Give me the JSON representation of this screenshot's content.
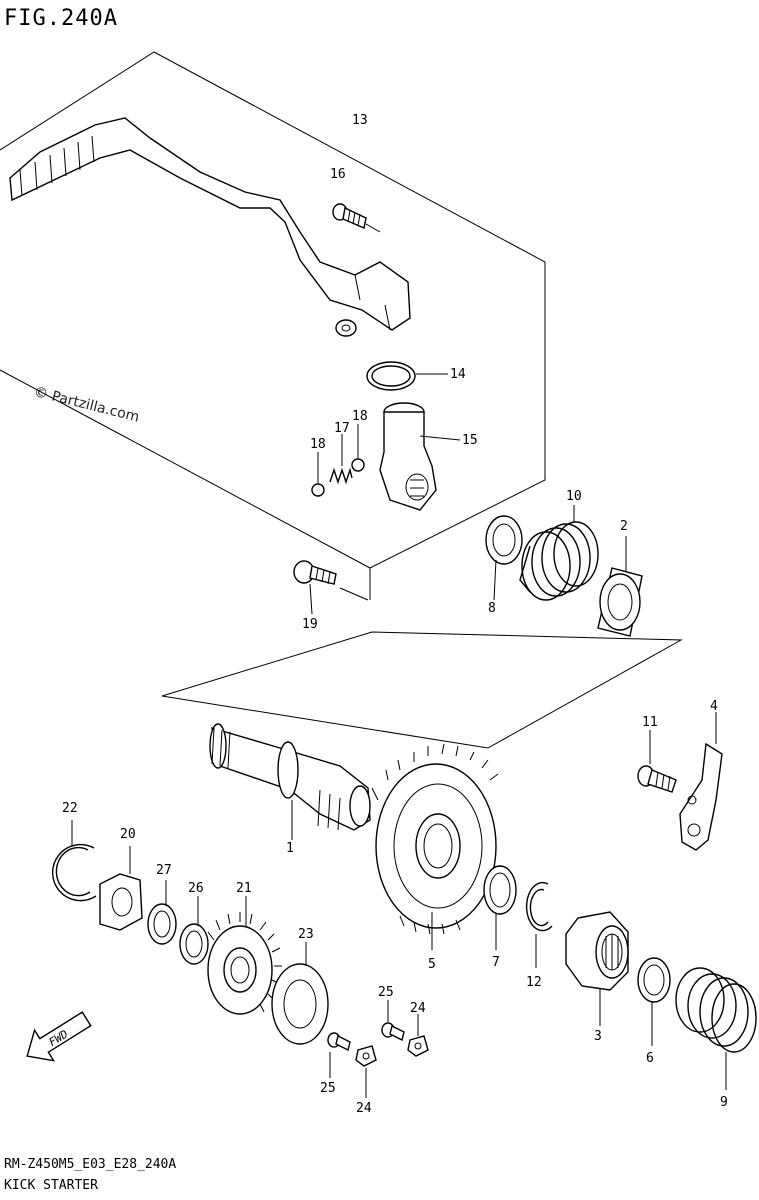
{
  "figure": {
    "title": "FIG.240A",
    "model_code": "RM-Z450M5_E03_E28_240A",
    "section_name": "KICK STARTER",
    "watermark": "© Partzilla.com",
    "fwd_label": "FWD"
  },
  "callouts": {
    "c1": "1",
    "c2": "2",
    "c3": "3",
    "c4": "4",
    "c5": "5",
    "c6": "6",
    "c7": "7",
    "c8": "8",
    "c9": "9",
    "c10": "10",
    "c11": "11",
    "c12": "12",
    "c13": "13",
    "c14": "14",
    "c15": "15",
    "c16": "16",
    "c17": "17",
    "c18a": "18",
    "c18b": "18",
    "c19": "19",
    "c20": "20",
    "c21": "21",
    "c22": "22",
    "c23": "23",
    "c24a": "24",
    "c24b": "24",
    "c25a": "25",
    "c25b": "25",
    "c26": "26",
    "c27": "27"
  }
}
